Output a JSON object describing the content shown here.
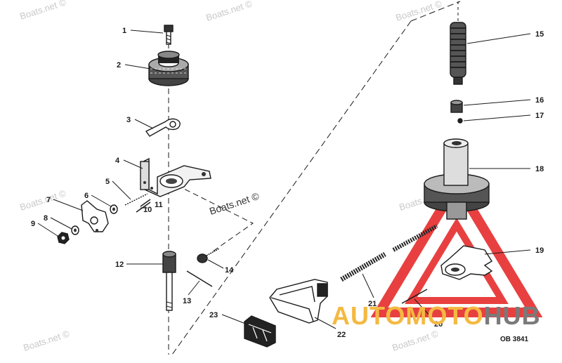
{
  "diagram": {
    "drawing_code": "OB 3841",
    "watermarks": [
      "Boats.net ©",
      "Boats.net ©",
      "Boats.net ©",
      "Boats.net ©",
      "Boats.net ©",
      "Boats.net ©",
      "Boats.net ©",
      "Boats.net ©"
    ],
    "brand": {
      "part1": "AUTOMOTO",
      "part2": "HUB",
      "color1": "#f4b942",
      "color2": "#7a7a7a",
      "triangle_color": "#e52b2b"
    },
    "callouts": [
      "1",
      "2",
      "3",
      "4",
      "5",
      "6",
      "7",
      "8",
      "9",
      "10",
      "11",
      "12",
      "13",
      "14",
      "15",
      "16",
      "17",
      "18",
      "19",
      "20",
      "21",
      "22",
      "23"
    ]
  }
}
